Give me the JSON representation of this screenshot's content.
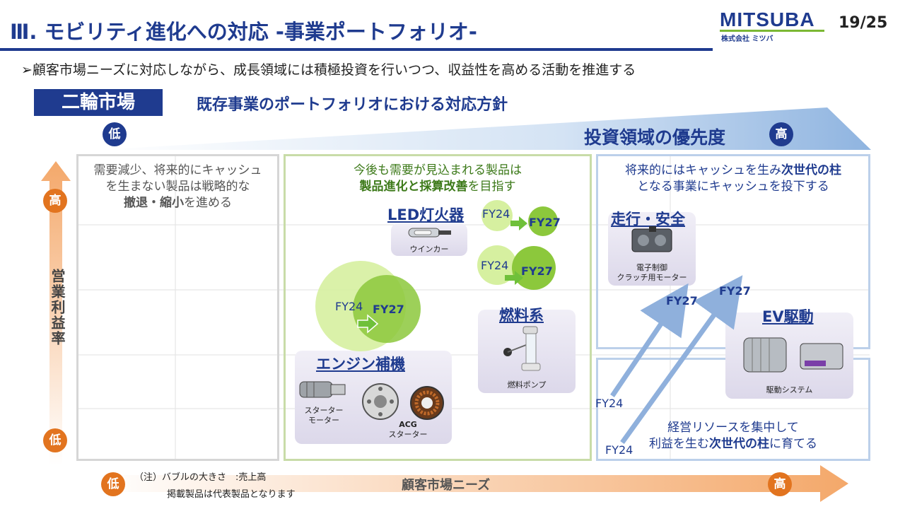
{
  "header": {
    "title": "Ⅲ. モビリティ進化への対応 -事業ポートフォリオ-",
    "logo": "MITSUBA",
    "logo_sub": "株式会社 ミツバ",
    "page_number": "19/25"
  },
  "lead_text": "➢顧客市場ニーズに対応しながら、成長領域には積極投資を行いつつ、収益性を高める活動を推進する",
  "segment_label": "二輪市場",
  "policy_title": "既存事業のポートフォリオにおける対応方針",
  "investment_axis": {
    "low": "低",
    "label": "投資領域の優先度",
    "high": "高"
  },
  "y_axis": {
    "label": "営業利益率",
    "high": "高",
    "low": "低"
  },
  "x_axis": {
    "low": "低",
    "label": "顧客市場ニーズ",
    "high": "高"
  },
  "quadrants": {
    "left": {
      "line1": "需要減少、将来的にキャッシュ",
      "line2": "を生まない製品は戦略的な",
      "line3_bold": "撤退・縮小",
      "line3_rest": "を進める"
    },
    "middle": {
      "line1": "今後も需要が見込まれる製品は",
      "line2_bold": "製品進化と採算改善",
      "line2_rest": "を目指す"
    },
    "right_top": {
      "line1_pre": "将来的にはキャッシュを生み",
      "line1_bold": "次世代の柱",
      "line2": "となる事業にキャッシュを投下する"
    },
    "right_bottom": {
      "line1": "経営リソースを集中して",
      "line2_pre": "利益を生む",
      "line2_bold": "次世代の柱",
      "line2_post": "に育てる"
    }
  },
  "categories": {
    "led": {
      "label": "LED灯火器",
      "product": "ウインカー"
    },
    "fuel": {
      "label": "燃料系",
      "product": "燃料ポンプ"
    },
    "engine": {
      "label": "エンジン補機",
      "product1_line1": "スターター",
      "product1_line2": "モーター",
      "product2_line1": "ACG",
      "product2_line2": "スターター"
    },
    "drive": {
      "label": "走行・安全",
      "product_line1": "電子制御",
      "product_line2": "クラッチ用モーター"
    },
    "ev": {
      "label": "EV駆動",
      "product": "駆動システム"
    }
  },
  "bubbles": {
    "fy24": "FY24",
    "fy27": "FY27"
  },
  "notes": {
    "line1": "（注）バブルの大きさ　:売上高",
    "line2": "掲載製品は代表製品となります"
  },
  "colors": {
    "navy": "#1f3b8f",
    "orange": "#e2741f",
    "bubble_light": "#d6f0a0",
    "bubble_dark": "#8cc83c",
    "arrow_blue": "#8fb0dc"
  }
}
